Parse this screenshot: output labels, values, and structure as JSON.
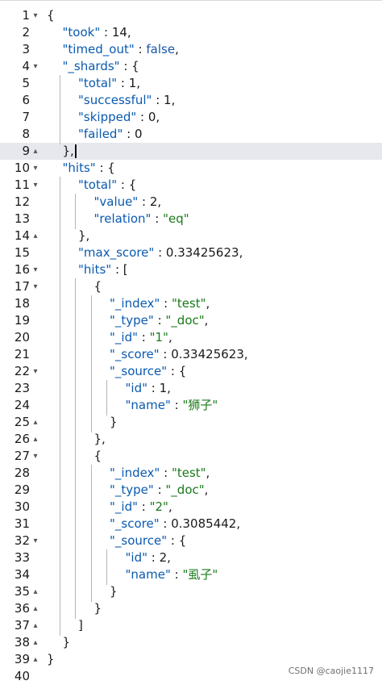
{
  "editor": {
    "lines": [
      {
        "n": "1",
        "fold": "▾",
        "tokens": [
          [
            "punc",
            "{"
          ]
        ]
      },
      {
        "n": "2",
        "fold": "",
        "tokens": [
          [
            "key",
            "\"took\""
          ],
          [
            "punc",
            " : "
          ],
          [
            "num",
            "14"
          ],
          [
            "punc",
            ","
          ]
        ]
      },
      {
        "n": "3",
        "fold": "",
        "tokens": [
          [
            "key",
            "\"timed_out\""
          ],
          [
            "punc",
            " : "
          ],
          [
            "bool",
            "false"
          ],
          [
            "punc",
            ","
          ]
        ]
      },
      {
        "n": "4",
        "fold": "▾",
        "tokens": [
          [
            "key",
            "\"_shards\""
          ],
          [
            "punc",
            " : {"
          ]
        ]
      },
      {
        "n": "5",
        "fold": "",
        "tokens": [
          [
            "key",
            "\"total\""
          ],
          [
            "punc",
            " : "
          ],
          [
            "num",
            "1"
          ],
          [
            "punc",
            ","
          ]
        ]
      },
      {
        "n": "6",
        "fold": "",
        "tokens": [
          [
            "key",
            "\"successful\""
          ],
          [
            "punc",
            " : "
          ],
          [
            "num",
            "1"
          ],
          [
            "punc",
            ","
          ]
        ]
      },
      {
        "n": "7",
        "fold": "",
        "tokens": [
          [
            "key",
            "\"skipped\""
          ],
          [
            "punc",
            " : "
          ],
          [
            "num",
            "0"
          ],
          [
            "punc",
            ","
          ]
        ]
      },
      {
        "n": "8",
        "fold": "",
        "tokens": [
          [
            "key",
            "\"failed\""
          ],
          [
            "punc",
            " : "
          ],
          [
            "num",
            "0"
          ]
        ]
      },
      {
        "n": "9",
        "fold": "▴",
        "tokens": [
          [
            "punc",
            "},"
          ]
        ]
      },
      {
        "n": "10",
        "fold": "▾",
        "tokens": [
          [
            "key",
            "\"hits\""
          ],
          [
            "punc",
            " : {"
          ]
        ]
      },
      {
        "n": "11",
        "fold": "▾",
        "tokens": [
          [
            "key",
            "\"total\""
          ],
          [
            "punc",
            " : {"
          ]
        ]
      },
      {
        "n": "12",
        "fold": "",
        "tokens": [
          [
            "key",
            "\"value\""
          ],
          [
            "punc",
            " : "
          ],
          [
            "num",
            "2"
          ],
          [
            "punc",
            ","
          ]
        ]
      },
      {
        "n": "13",
        "fold": "",
        "tokens": [
          [
            "key",
            "\"relation\""
          ],
          [
            "punc",
            " : "
          ],
          [
            "str",
            "\"eq\""
          ]
        ]
      },
      {
        "n": "14",
        "fold": "▴",
        "tokens": [
          [
            "punc",
            "},"
          ]
        ]
      },
      {
        "n": "15",
        "fold": "",
        "tokens": [
          [
            "key",
            "\"max_score\""
          ],
          [
            "punc",
            " : "
          ],
          [
            "num",
            "0.33425623"
          ],
          [
            "punc",
            ","
          ]
        ]
      },
      {
        "n": "16",
        "fold": "▾",
        "tokens": [
          [
            "key",
            "\"hits\""
          ],
          [
            "punc",
            " : ["
          ]
        ]
      },
      {
        "n": "17",
        "fold": "▾",
        "tokens": [
          [
            "punc",
            "{"
          ]
        ]
      },
      {
        "n": "18",
        "fold": "",
        "tokens": [
          [
            "key",
            "\"_index\""
          ],
          [
            "punc",
            " : "
          ],
          [
            "str",
            "\"test\""
          ],
          [
            "punc",
            ","
          ]
        ]
      },
      {
        "n": "19",
        "fold": "",
        "tokens": [
          [
            "key",
            "\"_type\""
          ],
          [
            "punc",
            " : "
          ],
          [
            "str",
            "\"_doc\""
          ],
          [
            "punc",
            ","
          ]
        ]
      },
      {
        "n": "20",
        "fold": "",
        "tokens": [
          [
            "key",
            "\"_id\""
          ],
          [
            "punc",
            " : "
          ],
          [
            "str",
            "\"1\""
          ],
          [
            "punc",
            ","
          ]
        ]
      },
      {
        "n": "21",
        "fold": "",
        "tokens": [
          [
            "key",
            "\"_score\""
          ],
          [
            "punc",
            " : "
          ],
          [
            "num",
            "0.33425623"
          ],
          [
            "punc",
            ","
          ]
        ]
      },
      {
        "n": "22",
        "fold": "▾",
        "tokens": [
          [
            "key",
            "\"_source\""
          ],
          [
            "punc",
            " : {"
          ]
        ]
      },
      {
        "n": "23",
        "fold": "",
        "tokens": [
          [
            "key",
            "\"id\""
          ],
          [
            "punc",
            " : "
          ],
          [
            "num",
            "1"
          ],
          [
            "punc",
            ","
          ]
        ]
      },
      {
        "n": "24",
        "fold": "",
        "tokens": [
          [
            "key",
            "\"name\""
          ],
          [
            "punc",
            " : "
          ],
          [
            "str",
            "\"狮子\""
          ]
        ]
      },
      {
        "n": "25",
        "fold": "▴",
        "tokens": [
          [
            "punc",
            "}"
          ]
        ]
      },
      {
        "n": "26",
        "fold": "▴",
        "tokens": [
          [
            "punc",
            "},"
          ]
        ]
      },
      {
        "n": "27",
        "fold": "▾",
        "tokens": [
          [
            "punc",
            "{"
          ]
        ]
      },
      {
        "n": "28",
        "fold": "",
        "tokens": [
          [
            "key",
            "\"_index\""
          ],
          [
            "punc",
            " : "
          ],
          [
            "str",
            "\"test\""
          ],
          [
            "punc",
            ","
          ]
        ]
      },
      {
        "n": "29",
        "fold": "",
        "tokens": [
          [
            "key",
            "\"_type\""
          ],
          [
            "punc",
            " : "
          ],
          [
            "str",
            "\"_doc\""
          ],
          [
            "punc",
            ","
          ]
        ]
      },
      {
        "n": "30",
        "fold": "",
        "tokens": [
          [
            "key",
            "\"_id\""
          ],
          [
            "punc",
            " : "
          ],
          [
            "str",
            "\"2\""
          ],
          [
            "punc",
            ","
          ]
        ]
      },
      {
        "n": "31",
        "fold": "",
        "tokens": [
          [
            "key",
            "\"_score\""
          ],
          [
            "punc",
            " : "
          ],
          [
            "num",
            "0.3085442"
          ],
          [
            "punc",
            ","
          ]
        ]
      },
      {
        "n": "32",
        "fold": "▾",
        "tokens": [
          [
            "key",
            "\"_source\""
          ],
          [
            "punc",
            " : {"
          ]
        ]
      },
      {
        "n": "33",
        "fold": "",
        "tokens": [
          [
            "key",
            "\"id\""
          ],
          [
            "punc",
            " : "
          ],
          [
            "num",
            "2"
          ],
          [
            "punc",
            ","
          ]
        ]
      },
      {
        "n": "34",
        "fold": "",
        "tokens": [
          [
            "key",
            "\"name\""
          ],
          [
            "punc",
            " : "
          ],
          [
            "str",
            "\"虱子\""
          ]
        ]
      },
      {
        "n": "35",
        "fold": "▴",
        "tokens": [
          [
            "punc",
            "}"
          ]
        ]
      },
      {
        "n": "36",
        "fold": "▴",
        "tokens": [
          [
            "punc",
            "}"
          ]
        ]
      },
      {
        "n": "37",
        "fold": "▴",
        "tokens": [
          [
            "punc",
            "]"
          ]
        ]
      },
      {
        "n": "38",
        "fold": "▴",
        "tokens": [
          [
            "punc",
            "}"
          ]
        ]
      },
      {
        "n": "39",
        "fold": "▴",
        "tokens": [
          [
            "punc",
            "}"
          ]
        ]
      },
      {
        "n": "40",
        "fold": "",
        "tokens": []
      }
    ],
    "current_line": "9",
    "colors": {
      "key": "#0a5ab0",
      "string": "#1a7a1a",
      "boolean": "#1a55a8",
      "number": "#1a1a1a",
      "current_line_bg": "#e6e8ee"
    }
  },
  "watermark": "CSDN @caojie1117"
}
